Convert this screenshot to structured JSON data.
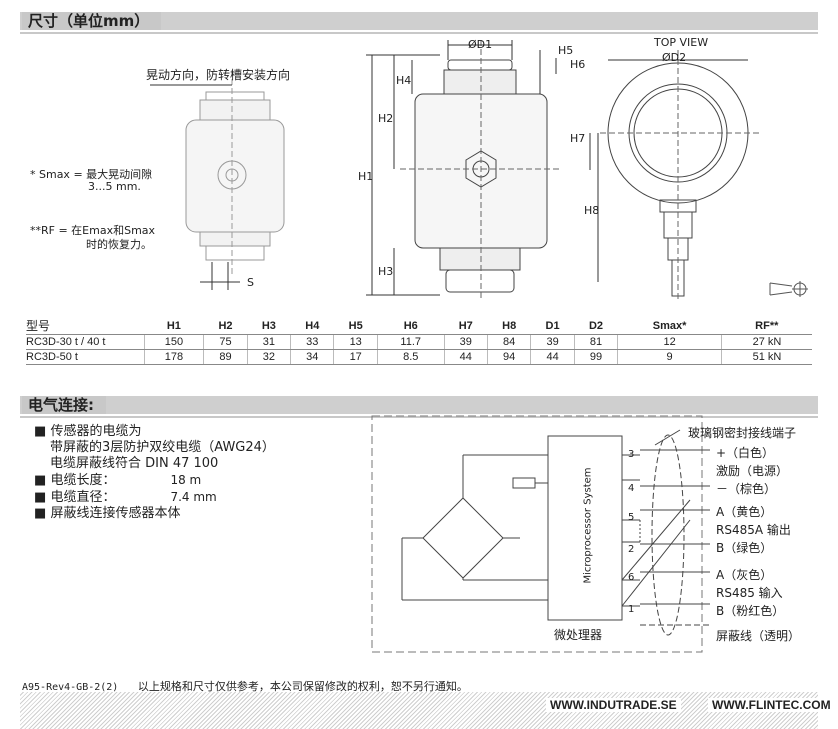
{
  "sections": {
    "dimensions_title": "尺寸（单位mm）",
    "electrical_title": "电气连接:"
  },
  "drawing": {
    "swing_direction": "晃动方向，防转槽安装方向",
    "smax_note_1": "* Smax = 最大晃动间隙",
    "smax_note_2": "3...5 mm.",
    "rf_note_1": "**RF   = 在Emax和Smax",
    "rf_note_2": "时的恢复力。",
    "s_label": "S",
    "d1": "ØD1",
    "d2": "ØD2",
    "h1": "H1",
    "h2": "H2",
    "h3": "H3",
    "h4": "H4",
    "h5": "H5",
    "h6": "H6",
    "h7": "H7",
    "h8": "H8",
    "top_view": "TOP VIEW"
  },
  "table": {
    "headers": [
      "型号",
      "H1",
      "H2",
      "H3",
      "H4",
      "H5",
      "H6",
      "H7",
      "H8",
      "D1",
      "D2",
      "Smax*",
      "RF**"
    ],
    "rows": [
      [
        "RC3D-30 t / 40 t",
        "150",
        "75",
        "31",
        "33",
        "13",
        "11.7",
        "39",
        "84",
        "39",
        "81",
        "12",
        "27 kN"
      ],
      [
        "RC3D-50 t",
        "178",
        "89",
        "32",
        "34",
        "17",
        "8.5",
        "44",
        "94",
        "44",
        "99",
        "9",
        "51 kN"
      ]
    ]
  },
  "cable": {
    "line1": "传感器的电缆为",
    "line2": "带屏蔽的3层防护双绞电缆（AWG24）",
    "line3": "电缆屏蔽线符合 DIN 47 100",
    "len_label": "电缆长度：",
    "len_value": "18 m",
    "dia_label": "电缆直径：",
    "dia_value": "7.4 mm",
    "shield": "屏蔽线连接传感器本体",
    "bullet": "■"
  },
  "wiring": {
    "micro": "Microprocessor System",
    "micro_cn": "微处理器",
    "terminal_title": "玻璃钢密封接线端子",
    "pins": [
      "3",
      "4",
      "5",
      "2",
      "6",
      "1"
    ],
    "labels": {
      "plus": "+（白色）",
      "excite": "激励（电源）",
      "minus": "－（棕色）",
      "a_yellow": "A（黄色）",
      "rs485a": "RS485A 输出",
      "b_green": "B（绿色）",
      "a_grey": "A（灰色）",
      "rs485": "RS485   输入",
      "b_pink": "B（粉红色）",
      "shield": "屏蔽线（透明）"
    }
  },
  "footer": {
    "code": "A95-Rev4-GB-2(2)",
    "note": "以上规格和尺寸仅供参考，本公司保留修改的权利，恕不另行通知。",
    "url1": "WWW.INDUTRADE.SE",
    "url2": "WWW.FLINTEC.COM"
  }
}
